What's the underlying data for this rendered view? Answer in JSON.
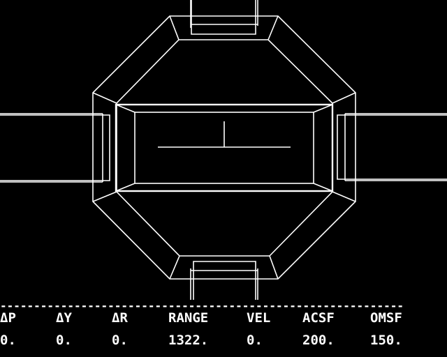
{
  "hud": {
    "divider": "------------------------------------------------------------",
    "columns": [
      {
        "label": "ΔP",
        "value": "0."
      },
      {
        "label": "ΔY",
        "value": "0."
      },
      {
        "label": "ΔR",
        "value": "0."
      },
      {
        "label": "RANGE",
        "value": "1322."
      },
      {
        "label": "VEL",
        "value": "0."
      },
      {
        "label": "ACSF",
        "value": "200."
      },
      {
        "label": "OMSF",
        "value": "150."
      }
    ]
  },
  "colors": {
    "background": "#000000",
    "foreground": "#ffffff"
  }
}
